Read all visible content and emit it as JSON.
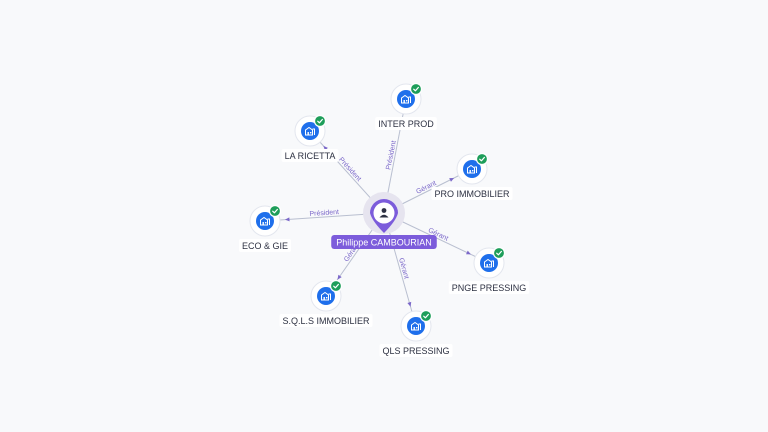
{
  "center": {
    "name": "Philippe CAMBOURIAN",
    "icon": "person-icon"
  },
  "companies": [
    {
      "key": "inter-prod",
      "name": "INTER PROD",
      "relation": "Président",
      "verified": true
    },
    {
      "key": "pro-immobilier",
      "name": "PRO IMMOBILIER",
      "relation": "Gérant",
      "verified": true
    },
    {
      "key": "pnge-pressing",
      "name": "PNGE PRESSING",
      "relation": "Gérant",
      "verified": true
    },
    {
      "key": "qls-pressing",
      "name": "QLS PRESSING",
      "relation": "Gérant",
      "verified": true
    },
    {
      "key": "sqls-immobilier",
      "name": "S.Q.L.S IMMOBILIER",
      "relation": "Gérant",
      "verified": true
    },
    {
      "key": "eco-gie",
      "name": "ECO & GIE",
      "relation": "Président",
      "verified": true
    },
    {
      "key": "la-ricetta",
      "name": "LA RICETTA",
      "relation": "Président",
      "verified": true
    }
  ],
  "colors": {
    "accent": "#7c5cdb",
    "node": "#1f6feb",
    "verified": "#1e9e5a",
    "edge": "#b9bfd0"
  }
}
